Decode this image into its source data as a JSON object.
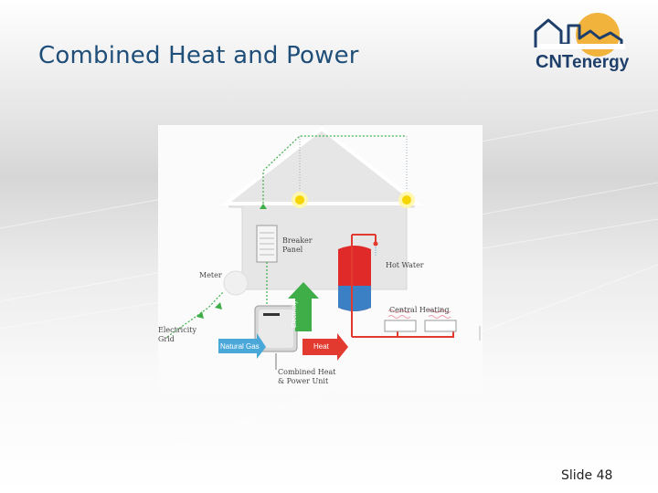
{
  "slide": {
    "title": "Combined Heat and Power",
    "number_label": "Slide 48"
  },
  "logo": {
    "text_cnt": "CNT",
    "text_energy": "energy",
    "colors": {
      "navy": "#1f3f6b",
      "sun": "#f2b33d",
      "teal": "#7fb2d8"
    }
  },
  "diagram": {
    "labels": {
      "breaker_panel": "Breaker\nPanel",
      "meter": "Meter",
      "hot_water": "Hot Water",
      "central_heating": "Central Heating",
      "electricity_grid": "Electricity\nGrid",
      "natural_gas": "Natural Gas",
      "heat": "Heat",
      "electricity": "Electricity",
      "chp_unit": "Combined Heat\n& Power Unit"
    },
    "colors": {
      "house": "#e6e6e6",
      "green": "#3fae49",
      "red": "#e23a2e",
      "blue": "#4aa8d8",
      "tank_red": "#e02a2a",
      "tank_blue": "#3b7fc4"
    }
  }
}
